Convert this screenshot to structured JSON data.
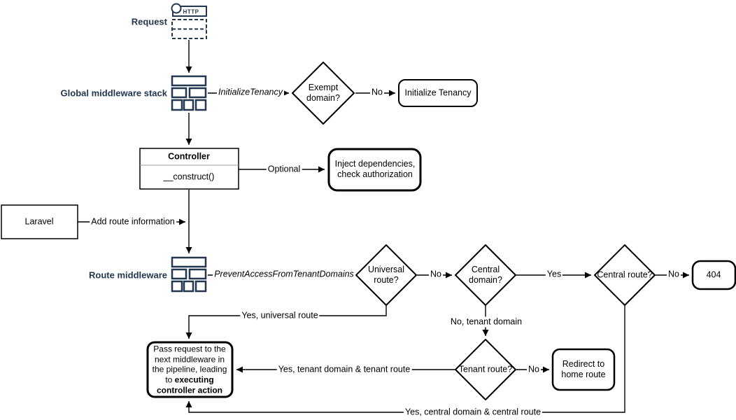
{
  "colors": {
    "accent_navy": "#233750",
    "line": "#000000",
    "background": "#ffffff"
  },
  "nodes": {
    "request": {
      "label": "Request",
      "icon_text": "HTTP"
    },
    "global_middleware": {
      "label": "Global middleware stack"
    },
    "route_middleware": {
      "label": "Route middleware"
    },
    "exempt_domain": {
      "label": "Exempt domain?"
    },
    "initialize_tenancy": {
      "label": "Initialize Tenancy"
    },
    "controller": {
      "title": "Controller",
      "method": "__construct()"
    },
    "inject": {
      "label": "Inject dependencies, check authorization"
    },
    "laravel": {
      "label": "Laravel"
    },
    "universal_route": {
      "label": "Universal route?"
    },
    "central_domain": {
      "label": "Central domain?"
    },
    "central_route": {
      "label": "Central route?"
    },
    "tenant_route": {
      "label": "Tenant route?"
    },
    "not_found": {
      "label": "404"
    },
    "redirect_home": {
      "label": "Redirect to home route"
    },
    "pass_request": {
      "text": "Pass request to the next middleware in the pipeline, leading to ",
      "text_bold": "executing controller action"
    }
  },
  "edges": {
    "initialize_tenancy_middleware": "InitializeTenancy",
    "exempt_no": "No",
    "optional": "Optional",
    "add_route_information": "Add route information",
    "prevent_access": "PreventAccessFromTenantDomains",
    "universal_no": "No",
    "central_domain_yes": "Yes",
    "central_route_no": "No",
    "universal_yes": "Yes, universal route",
    "tenant_domain_no": "No, tenant domain",
    "tenant_route_no": "No",
    "tenant_yes": "Yes, tenant domain & tenant route",
    "central_yes": "Yes, central domain & central route"
  }
}
